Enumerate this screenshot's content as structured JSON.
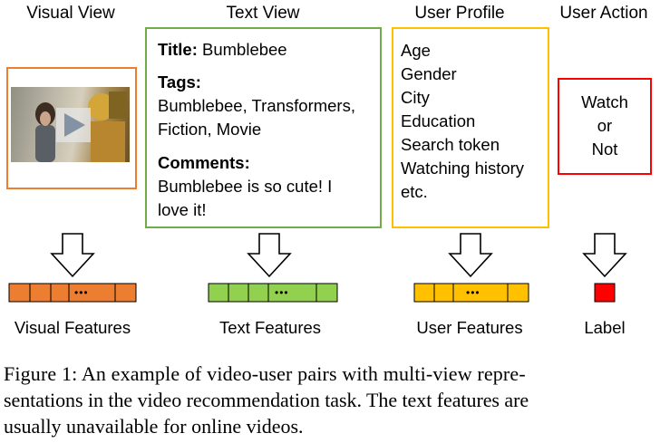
{
  "columns": {
    "visual": {
      "title": "Visual View",
      "feature_label": "Visual Features"
    },
    "text": {
      "title": "Text View",
      "feature_label": "Text Features"
    },
    "user": {
      "title": "User Profile",
      "feature_label": "User Features"
    },
    "action": {
      "title": "User Action",
      "feature_label": "Label"
    }
  },
  "text_view": {
    "title_label": "Title:",
    "title_value": "Bumblebee",
    "tags_label": "Tags:",
    "tags_line1": "Bumblebee, Transformers,",
    "tags_line2": "Fiction, Movie",
    "comments_label": "Comments:",
    "comments_line1": "Bumblebee is so cute! I",
    "comments_line2": "love it!"
  },
  "user_profile": {
    "items": [
      "Age",
      "Gender",
      "City",
      "Education",
      "Search token",
      "Watching history",
      "etc."
    ]
  },
  "user_action": {
    "lines": [
      "Watch",
      "or",
      "Not"
    ]
  },
  "feature_dots": "•••",
  "caption": {
    "line1": "Figure 1: An example of video-user pairs with multi-view repre-",
    "line2": "sentations in the video recommendation task. The text features are",
    "line3": "usually unavailable for online videos."
  },
  "colors": {
    "visual": "#ed7d31",
    "text": "#70ad47",
    "user": "#ffc000",
    "action": "#ff0000",
    "visual_fill": "#ed7d31",
    "text_fill": "#92d050",
    "user_fill": "#ffc000",
    "action_fill": "#ff0000"
  }
}
